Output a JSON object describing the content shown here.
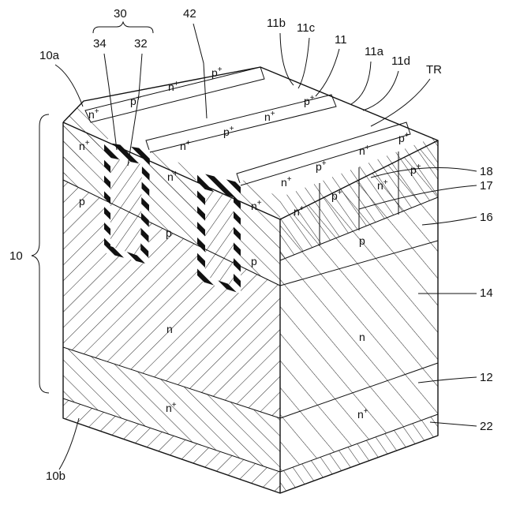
{
  "labels": {
    "l30": "30",
    "l42": "42",
    "l11b": "11b",
    "l11c": "11c",
    "l11": "11",
    "l11a": "11a",
    "l11d": "11d",
    "lTR": "TR",
    "l34": "34",
    "l32": "32",
    "l10a": "10a",
    "l18": "18",
    "l17": "17",
    "l16": "16",
    "l10": "10",
    "l14": "14",
    "l12": "12",
    "l22": "22",
    "l10b": "10b"
  },
  "doping": {
    "n": "n",
    "p": "p",
    "plus": "+"
  }
}
